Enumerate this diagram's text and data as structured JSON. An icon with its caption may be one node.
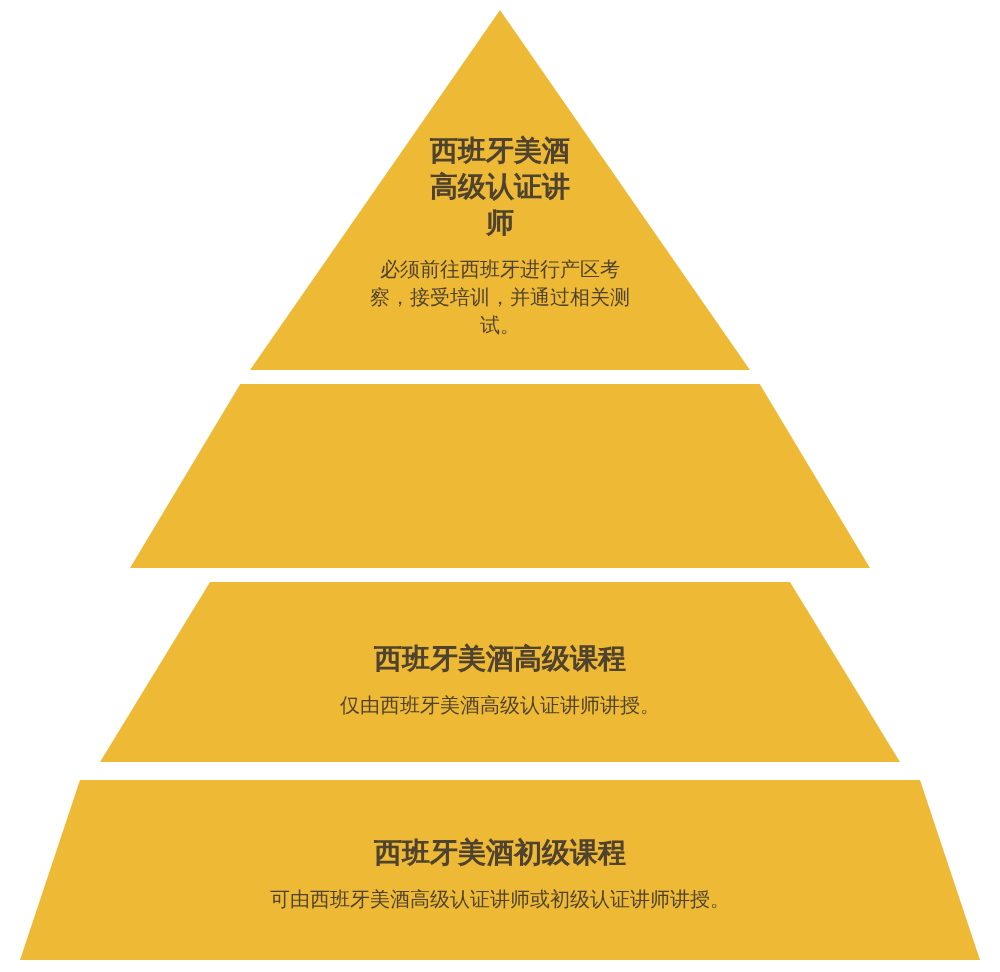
{
  "diagram": {
    "nodes": [
      {
        "text": [
          "西班牙美酒高级认证讲师",
          "必须前往西班牙进行产区考察，接受培训，并通过相关测试。"
        ]
      },
      {
        "text": [],
        "shape": "band"
      },
      {
        "text": [
          "西班牙美酒高级课程",
          "仅由西班牙美酒高级认证讲师讲授。"
        ]
      },
      {
        "text": [
          "西班牙美酒初级课程",
          "可由西班牙美酒高级认证讲师或初级认证讲师讲授。"
        ]
      }
    ],
    "edges": []
  }
}
